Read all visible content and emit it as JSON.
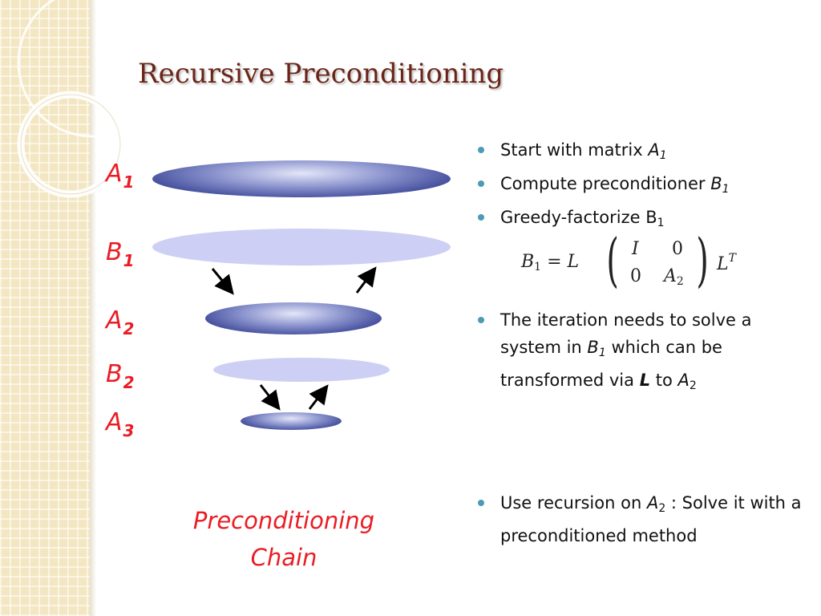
{
  "slide": {
    "title": "Recursive Preconditioning"
  },
  "diagram": {
    "labels": [
      {
        "letter": "A",
        "sub": "1"
      },
      {
        "letter": "B",
        "sub": "1"
      },
      {
        "letter": "A",
        "sub": "2"
      },
      {
        "letter": "B",
        "sub": "2"
      },
      {
        "letter": "A",
        "sub": "3"
      }
    ],
    "caption_line1": "Preconditioning",
    "caption_line2": "Chain",
    "colors": {
      "label": "#ea1c24",
      "dark_ellipse": "#3f4a99",
      "light_ellipse": "#cdd0f4",
      "arrow": "#000000"
    }
  },
  "bullets": {
    "b1_text": "Start with matrix ",
    "b1_var": "A",
    "b1_sub": "1",
    "b2_text": "Compute preconditioner ",
    "b2_var": "B",
    "b2_sub": "1",
    "b3_text": "Greedy-factorize B",
    "b3_sub": "1",
    "b4_text1": "The iteration needs to solve a system in ",
    "b4_var": "B",
    "b4_sub": "1",
    "b4_text2": " which can be transformed via ",
    "b4_bold": "L",
    "b4_text3": " to ",
    "b4_var2": "A",
    "b4_sub2": "2",
    "b5_text1": "Use recursion on ",
    "b5_var": "A",
    "b5_sub": "2",
    "b5_text2": " : Solve it with a preconditioned method"
  },
  "formula": {
    "lhs_var": "B",
    "lhs_sub": "1",
    "lhs_rest": " = L",
    "m11": "I",
    "m12": "0",
    "m21": "0",
    "m22_var": "A",
    "m22_sub": "2",
    "rhs_var": "L",
    "rhs_sup": "T"
  }
}
